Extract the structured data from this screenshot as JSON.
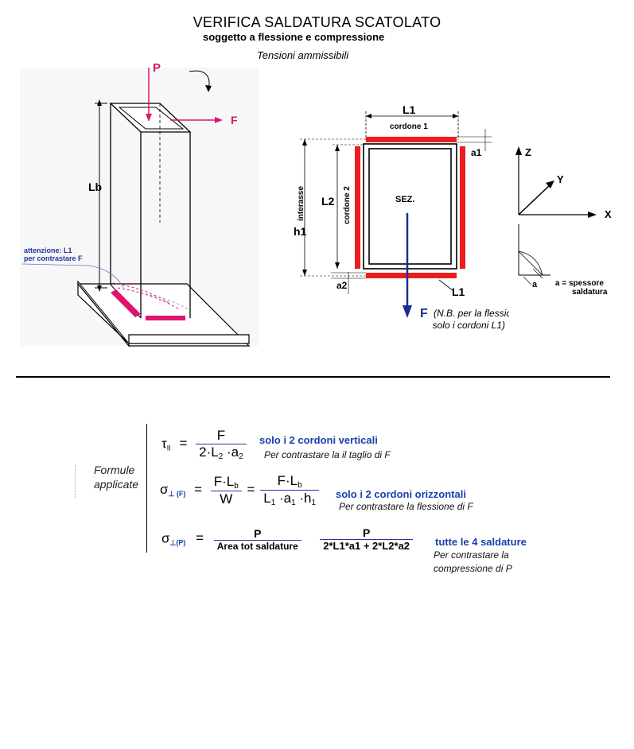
{
  "header": {
    "title": "VERIFICA SALDATURA  SCATOLATO",
    "subtitle": "soggetto a flessione e compressione",
    "tension": "Tensioni ammissibili"
  },
  "left_figure": {
    "label_P": "P",
    "label_F": "F",
    "label_Lb": "Lb",
    "warning_line1": "attenzione: L1",
    "warning_line2": "per contrastare F"
  },
  "section_figure": {
    "L1_top": "L1",
    "cordone1": "cordone 1",
    "a1": "a1",
    "cordone2": "cordone 2",
    "interasse": "interasse",
    "L2": "L2",
    "h1": "h1",
    "sez": "SEZ.",
    "a2": "a2",
    "L1_bottom": "L1",
    "F": "F",
    "nb_line1": "(N.B. per la flessione reagiscono",
    "nb_line2": "solo i cordoni L1)"
  },
  "axes_figure": {
    "Z": "Z",
    "Y": "Y",
    "X": "X",
    "a": "a",
    "spessore_line1": "a = spessore",
    "spessore_line2": "saldatura"
  },
  "formulas": {
    "label_line1": "Formule",
    "label_line2": "applicate",
    "f1": {
      "lhs": "τ",
      "lhs_sub": "II",
      "num": "F",
      "den": "2·L",
      "den_sub1": "2",
      "den_mid": " ·a",
      "den_sub2": "2",
      "desc": "solo i 2 cordoni   verticali",
      "note": "Per contrastare la il taglio di F"
    },
    "f2": {
      "lhs": "σ",
      "lhs_sub": "⊥ (F)",
      "num1": "F·L",
      "num1_sub": "b",
      "den1": "W",
      "num2": "F·L",
      "num2_sub": "b",
      "den2_a": "L",
      "den2_a_sub": "1",
      "den2_b": " ·a",
      "den2_b_sub": "1",
      "den2_c": " ·h",
      "den2_c_sub": "1",
      "desc": "solo i 2 cordoni orizzontali",
      "note": "Per contrastare la flessione di F"
    },
    "f3": {
      "lhs": "σ",
      "lhs_sub": "⊥(P)",
      "num1": "P",
      "den1": "Area tot saldature",
      "num2": "P",
      "den2": "2*L1*a1 + 2*L2*a2",
      "desc": "tutte le 4 saldature",
      "note_line1": "Per contrastare la",
      "note_line2": "compressione di P"
    }
  },
  "colors": {
    "weld_red": "#ee1c1c",
    "magenta": "#e0146e",
    "navy": "#1b2d8f",
    "formula_blue": "#1a3fae"
  }
}
